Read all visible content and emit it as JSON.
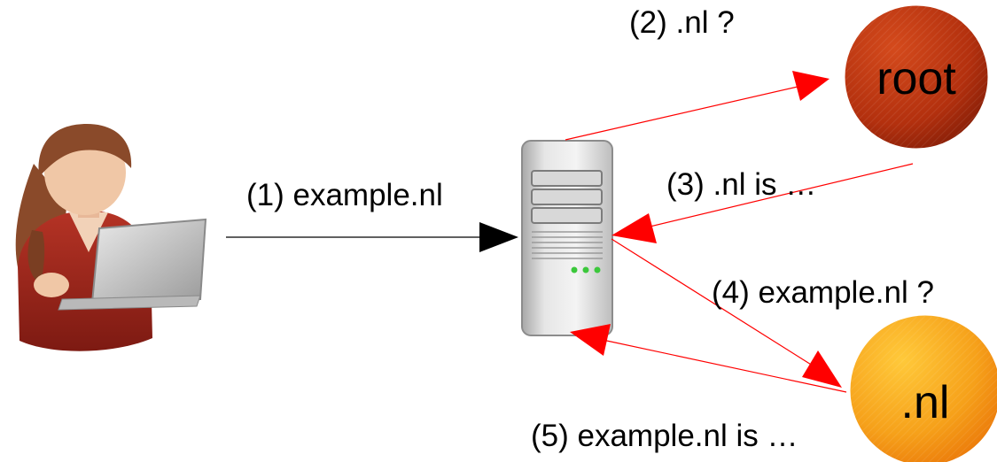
{
  "nodes": {
    "root": {
      "label": "root"
    },
    "nl": {
      "label": ".nl"
    }
  },
  "steps": {
    "s1": "(1) example.nl",
    "s2": "(2) .nl ?",
    "s3": "(3) .nl is …",
    "s4": "(4) example.nl ?",
    "s5": "(5) example.nl  is …"
  },
  "colors": {
    "query_arrow": "#000000",
    "dns_arrow": "#ff0000",
    "root_node": "#b8330f",
    "nl_node": "#f59a10"
  }
}
